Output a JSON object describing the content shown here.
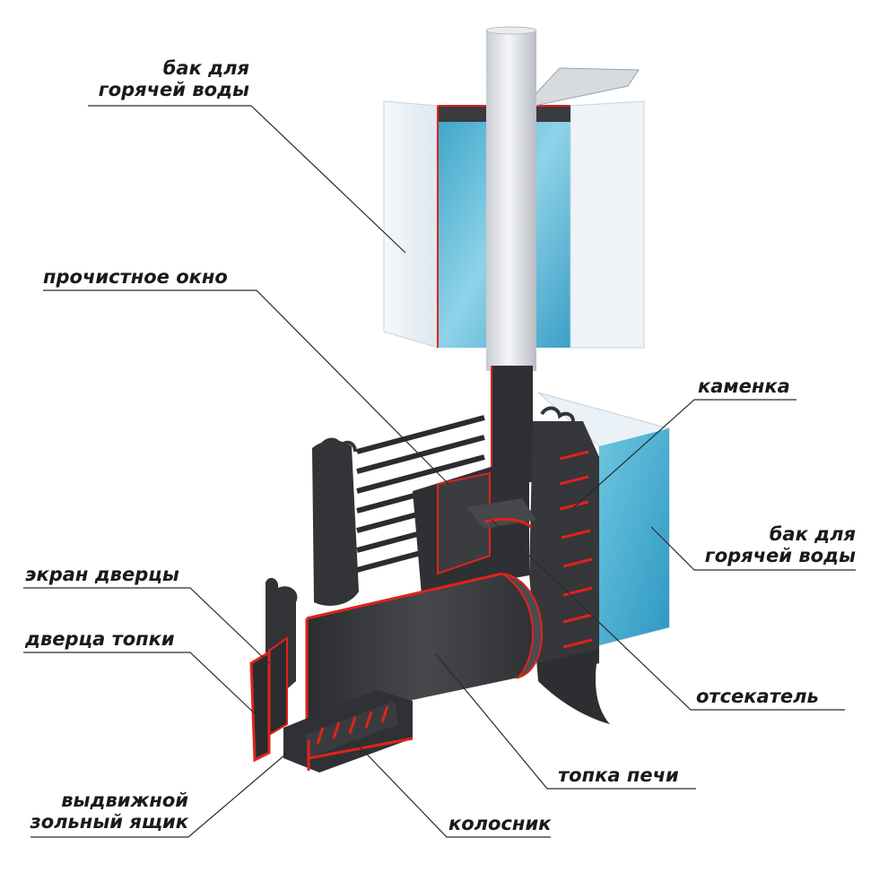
{
  "labels": {
    "hot_water_tank_top": [
      "бак для",
      "горячей воды"
    ],
    "cleaning_window": "прочистное окно",
    "stone_heater": "каменка",
    "hot_water_tank_side": [
      "бак для",
      "горячей воды"
    ],
    "door_screen": "экран дверцы",
    "firebox_door": "дверца топки",
    "cutoff": "отсекатель",
    "firebox": "топка печи",
    "ash_drawer": [
      "выдвижной",
      "зольный ящик"
    ],
    "grate": "колосник"
  },
  "colors": {
    "steel": "#3a3b3e",
    "steel_dark": "#2a2b2e",
    "steel_light": "#55575b",
    "cut_edge": "#e0231c",
    "tank": "#e9f1f7",
    "water": "#5fb8d6",
    "line": "#2a2a2a"
  }
}
